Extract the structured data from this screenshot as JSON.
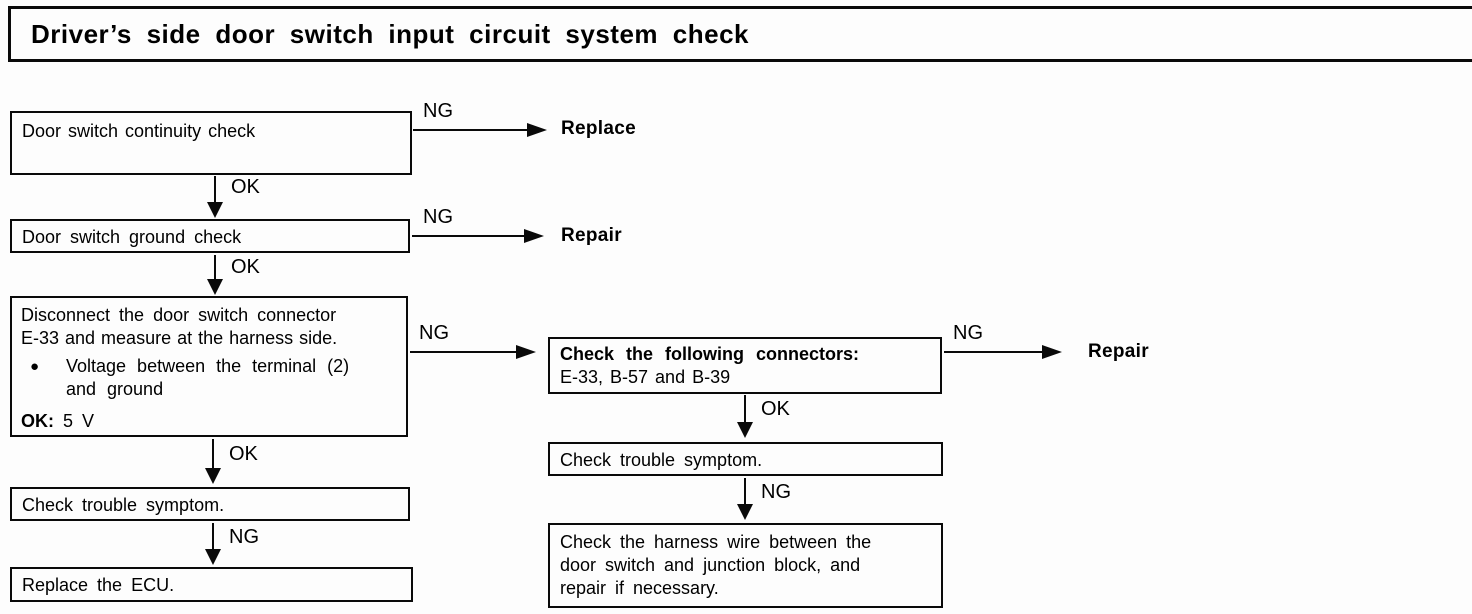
{
  "title": "Driver’s side door switch input circuit system check",
  "flowchart": {
    "nodes": {
      "continuity": "Door switch continuity check",
      "ground": "Door switch ground check",
      "disconnect": {
        "line1": "Disconnect the door switch connector",
        "line2": "E-33 and measure at the harness side.",
        "bullet_glyph": "●",
        "bullet_line1": "Voltage between the terminal (2)",
        "bullet_line2": "and ground",
        "ok_label": "OK:",
        "ok_value": "5 V"
      },
      "connectors": {
        "line1": "Check the following connectors:",
        "line2": "E-33, B-57 and B-39"
      },
      "trouble_left": "Check trouble symptom.",
      "replace_ecu": "Replace the ECU.",
      "trouble_right": "Check trouble symptom.",
      "harness": {
        "lines": [
          "Check the harness wire between the",
          "door switch and junction block, and",
          "repair if necessary."
        ]
      }
    },
    "edge_labels": {
      "continuity_ng": "NG",
      "continuity_ok": "OK",
      "ground_ng": "NG",
      "ground_ok": "OK",
      "disconnect_ng": "NG",
      "disconnect_ok": "OK",
      "trouble_left_ng": "NG",
      "connectors_ng": "NG",
      "connectors_ok": "OK",
      "trouble_right_ng": "NG"
    },
    "terminals": {
      "replace": "Replace",
      "repair_ground": "Repair",
      "repair_connectors": "Repair"
    }
  }
}
